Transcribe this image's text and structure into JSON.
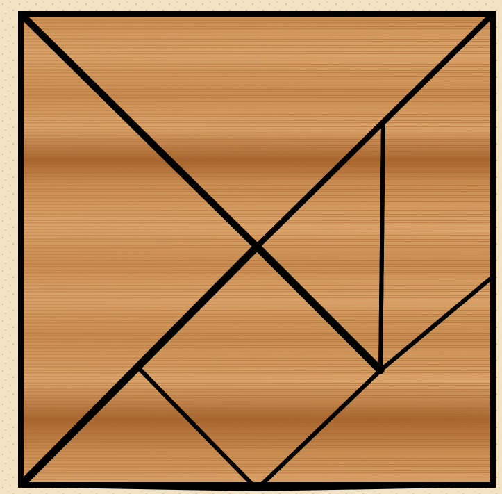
{
  "diagram": {
    "type": "tangram",
    "piece_count": 7,
    "pieces": [
      {
        "id": "large-triangle-top",
        "shape": "triangle"
      },
      {
        "id": "large-triangle-left",
        "shape": "triangle"
      },
      {
        "id": "medium-triangle-bottom-right",
        "shape": "triangle"
      },
      {
        "id": "small-triangle-bottom-left",
        "shape": "triangle"
      },
      {
        "id": "small-triangle-middle-right",
        "shape": "triangle"
      },
      {
        "id": "square-center",
        "shape": "square"
      },
      {
        "id": "parallelogram-right",
        "shape": "parallelogram"
      }
    ]
  },
  "colors": {
    "background": "#f1e3c3",
    "background_speckle": "#d9c49a",
    "wood_base": "#c98d52",
    "wood_light": "#d9a46a",
    "wood_dark": "#a8662f",
    "outline": "#000000"
  }
}
